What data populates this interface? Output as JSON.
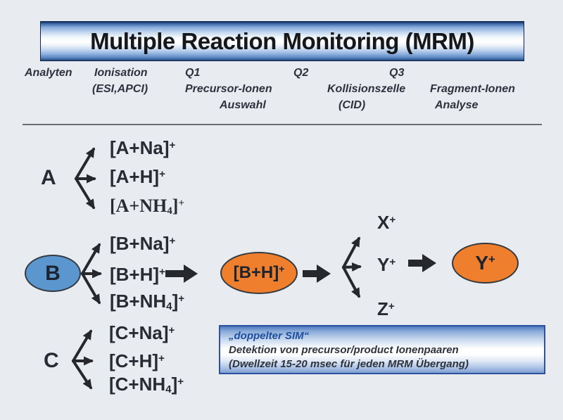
{
  "title": "Multiple Reaction Monitoring (MRM)",
  "header": {
    "analyten": "Analyten",
    "ionisation_l1": "Ionisation",
    "ionisation_l2": "(ESI,APCI)",
    "q1_l1": "Q1",
    "q1_l2": "Precursor-Ionen",
    "q1_l3": "Auswahl",
    "q2_l1": "Q2",
    "q3_l1": "Q3",
    "q3_l2": "Kollisionszelle",
    "q3_l3": "(CID)",
    "frag_l1": "Fragment-Ionen",
    "frag_l2": "Analyse"
  },
  "diagram": {
    "analyte_a": {
      "label": "A",
      "ions": [
        [
          {
            "t": "[A+Na]"
          },
          {
            "t": "+",
            "v": "sup"
          }
        ],
        [
          {
            "t": "[A+H]"
          },
          {
            "t": "+",
            "v": "sup"
          }
        ],
        [
          {
            "t": "[A+NH"
          },
          {
            "t": "4",
            "v": "sub"
          },
          {
            "t": "]"
          },
          {
            "t": "+",
            "v": "sup"
          }
        ]
      ]
    },
    "analyte_b": {
      "label": "B",
      "ions": [
        [
          {
            "t": "[B+Na]"
          },
          {
            "t": "+",
            "v": "sup"
          }
        ],
        [
          {
            "t": "[B+H]"
          },
          {
            "t": "+",
            "v": "sup"
          }
        ],
        [
          {
            "t": "[B+NH"
          },
          {
            "t": "4",
            "v": "sub"
          },
          {
            "t": "]"
          },
          {
            "t": "+",
            "v": "sup"
          }
        ]
      ]
    },
    "analyte_c": {
      "label": "C",
      "ions": [
        [
          {
            "t": "[C+Na]"
          },
          {
            "t": "+",
            "v": "sup"
          }
        ],
        [
          {
            "t": "[C+H]"
          },
          {
            "t": "+",
            "v": "sup"
          }
        ],
        [
          {
            "t": "[C+NH"
          },
          {
            "t": "4",
            "v": "sub"
          },
          {
            "t": "]"
          },
          {
            "t": "+",
            "v": "sup"
          }
        ]
      ]
    },
    "selected_precursor": [
      {
        "t": "[B+H]"
      },
      {
        "t": "+",
        "v": "sup"
      }
    ],
    "fragments": [
      [
        {
          "t": "X"
        },
        {
          "t": "+",
          "v": "sup"
        }
      ],
      [
        {
          "t": "Y"
        },
        {
          "t": "+",
          "v": "sup"
        }
      ],
      [
        {
          "t": "Z"
        },
        {
          "t": "+",
          "v": "sup"
        }
      ]
    ],
    "selected_fragment": [
      {
        "t": "Y"
      },
      {
        "t": "+",
        "v": "sup"
      }
    ]
  },
  "infobox": {
    "line1": "„doppelter SIM“",
    "line2": "Detektion von precursor/product Ionenpaaren",
    "line3": "(Dwellzeit 15-20 msec für jeden MRM Übergang)"
  },
  "colors": {
    "background": "#e8ebef",
    "analyte_ellipse_fill": "#5b97ce",
    "ion_ellipse_fill": "#ef7f2c",
    "arrow": "#26282c",
    "infobox_border": "#2d52a0",
    "infobox_title_text": "#1e4e9e",
    "title_gradient_dark": "#14305f"
  }
}
